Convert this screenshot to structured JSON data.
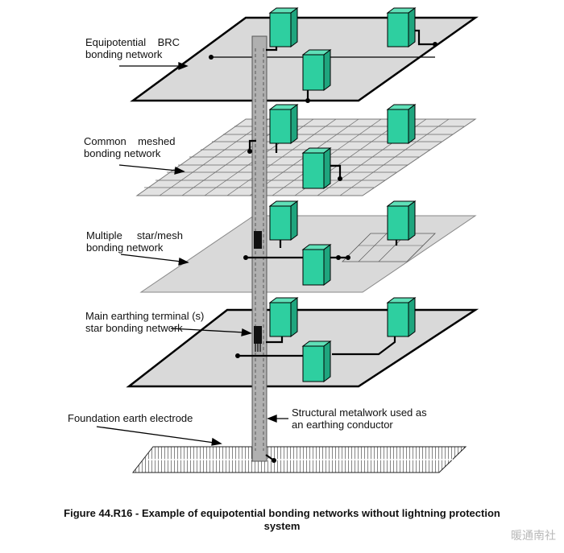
{
  "labels": {
    "brc": "Equipotential    BRC\nbonding network",
    "meshed": "Common    meshed\nbonding network",
    "star_mesh": "Multiple     star/mesh\nbonding network",
    "met": "Main earthing terminal (s)\nstar bonding network",
    "foundation": "Foundation earth electrode",
    "structural": "Structural metalwork used as\nan earthing conductor"
  },
  "caption": "Figure 44.R16 - Example of equipotential bonding networks without lightning protection\nsystem",
  "watermark": "暖通南社",
  "colors": {
    "plate": "#d9d9d9",
    "equipment": "#2ecfa0",
    "column": "#b0b0b0",
    "line": "#000000"
  }
}
